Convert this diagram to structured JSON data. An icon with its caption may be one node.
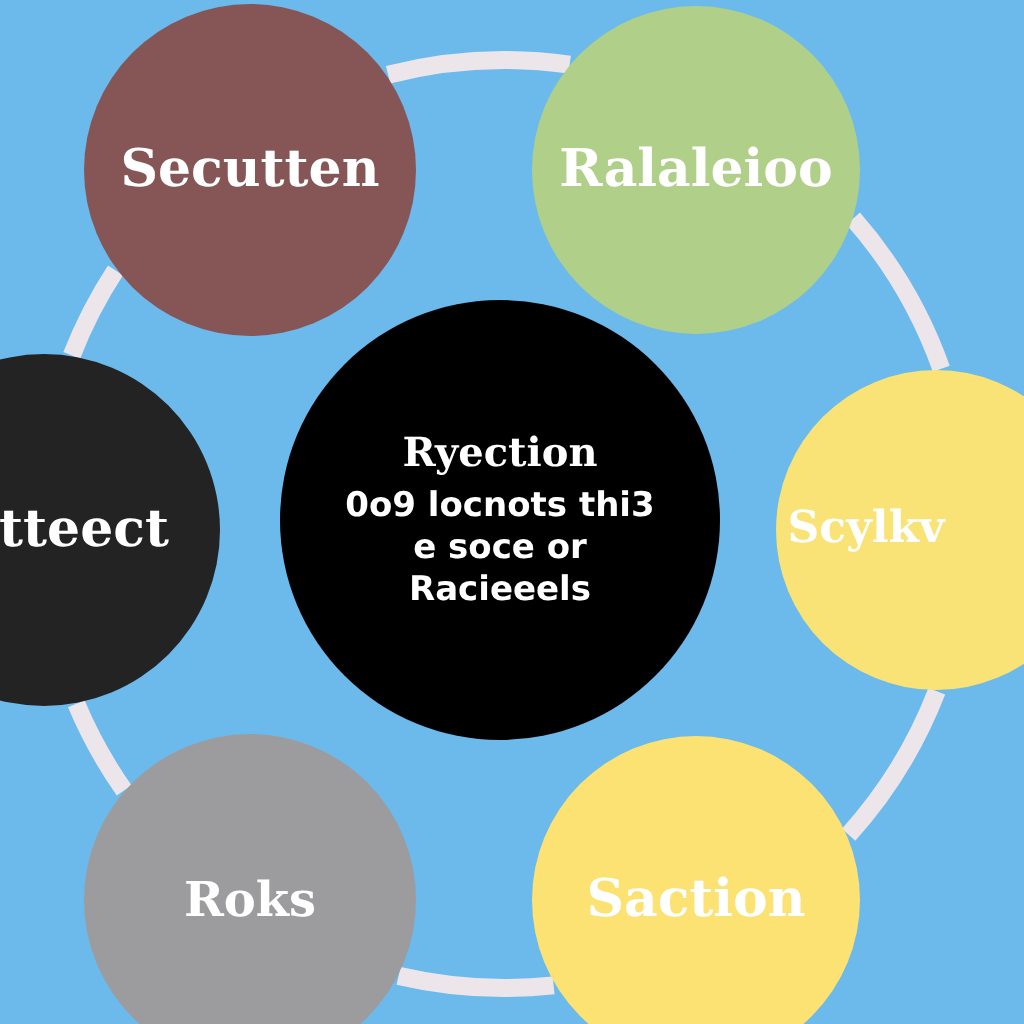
{
  "diagram": {
    "nodes": [
      {
        "text": [
          "Secutten"
        ]
      },
      {
        "text": [
          "Ralaleioo"
        ]
      },
      {
        "text": [
          "tteect"
        ]
      },
      {
        "text": [
          "Ryection",
          "0o9 locnots thi3 e soce or Racieeels"
        ]
      },
      {
        "text": [
          "Scylkv"
        ]
      },
      {
        "text": [
          "Roks"
        ]
      },
      {
        "text": [
          "Saction"
        ]
      }
    ],
    "edges": [
      {
        "from": 0,
        "to": 1,
        "arrow": "none"
      },
      {
        "from": 1,
        "to": 4,
        "arrow": "none"
      },
      {
        "from": 4,
        "to": 6,
        "arrow": "none"
      },
      {
        "from": 6,
        "to": 5,
        "arrow": "none"
      },
      {
        "from": 5,
        "to": 2,
        "arrow": "none"
      },
      {
        "from": 2,
        "to": 0,
        "arrow": "none"
      }
    ]
  }
}
